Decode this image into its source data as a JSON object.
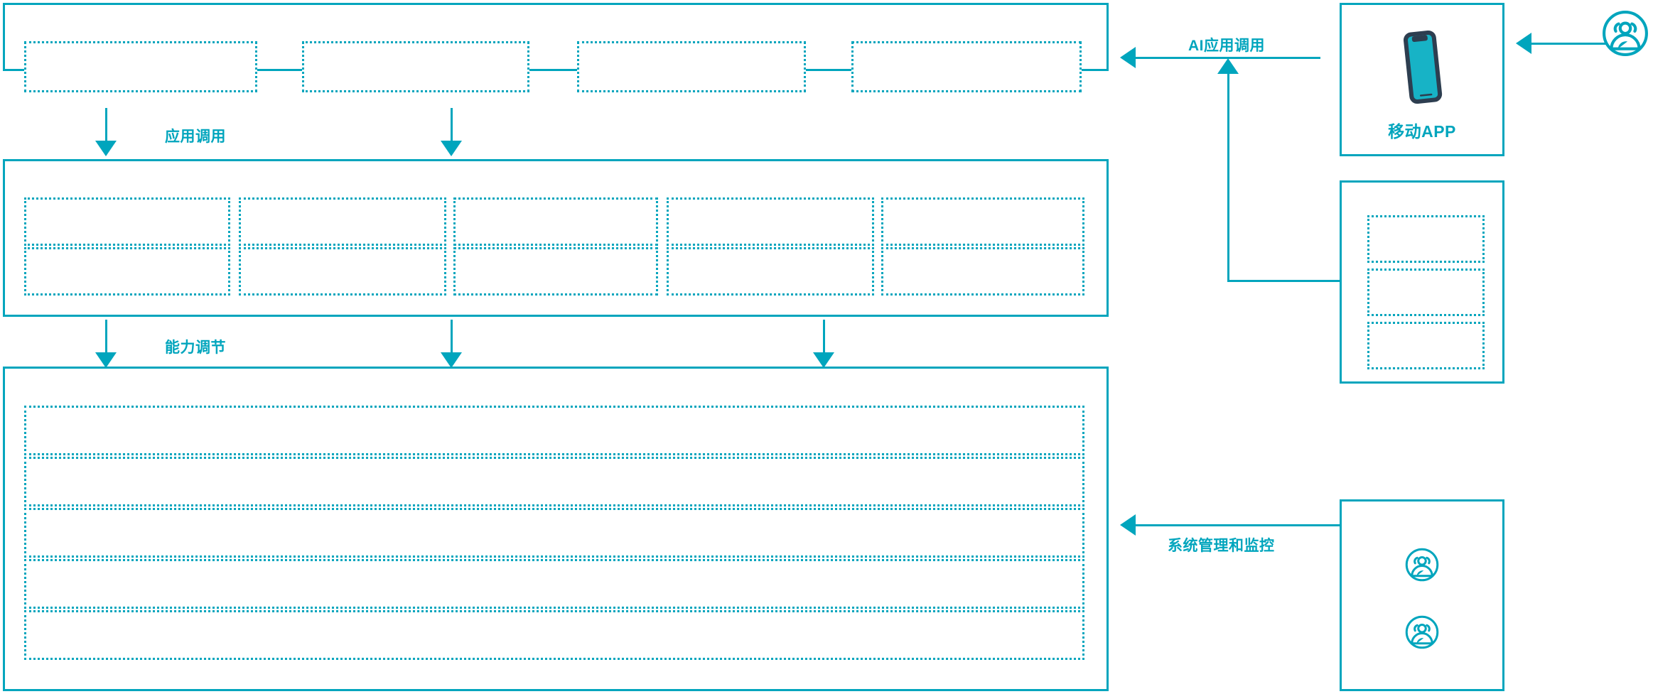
{
  "theme": {
    "accent": "#00a5bd",
    "phone_frame": "#2d3e50",
    "phone_screen": "#17b3c6",
    "background": "#ffffff"
  },
  "diagram": {
    "type": "architecture-layer-diagram",
    "left_stack": {
      "application_layer": {
        "name": "application-layer-panel",
        "slots": [
          {
            "name": "app-slot-1",
            "label": ""
          },
          {
            "name": "app-slot-2",
            "label": ""
          },
          {
            "name": "app-slot-3",
            "label": ""
          },
          {
            "name": "app-slot-4",
            "label": ""
          }
        ]
      },
      "capability_layer": {
        "name": "capability-layer-panel",
        "columns": [
          {
            "top": {
              "label": ""
            },
            "bottom": {
              "label": ""
            }
          },
          {
            "top": {
              "label": ""
            },
            "bottom": {
              "label": ""
            }
          },
          {
            "top": {
              "label": ""
            },
            "bottom": {
              "label": ""
            }
          },
          {
            "top": {
              "label": ""
            },
            "bottom": {
              "label": ""
            }
          },
          {
            "top": {
              "label": ""
            },
            "bottom": {
              "label": ""
            }
          }
        ]
      },
      "infrastructure_layer": {
        "name": "infrastructure-layer-panel",
        "rows": [
          {
            "label": ""
          },
          {
            "label": ""
          },
          {
            "label": ""
          },
          {
            "label": ""
          },
          {
            "label": ""
          }
        ]
      }
    },
    "right_stack": {
      "mobile_app_panel": {
        "name": "mobile-app-panel",
        "label": "移动APP",
        "icon": "smartphone-icon"
      },
      "channel_panel": {
        "name": "channel-panel",
        "slots": [
          {
            "name": "channel-slot-1",
            "label": ""
          },
          {
            "name": "channel-slot-2",
            "label": ""
          },
          {
            "name": "channel-slot-3",
            "label": ""
          }
        ]
      },
      "operations_panel": {
        "name": "operations-panel",
        "icons": [
          {
            "name": "user-group-icon-1",
            "icon": "user-group-icon"
          },
          {
            "name": "user-group-icon-2",
            "icon": "user-group-icon"
          }
        ]
      },
      "external_user": {
        "name": "external-user-icon",
        "icon": "user-group-icon"
      }
    },
    "edges": [
      {
        "name": "edge-app-invoke",
        "label": "应用调用"
      },
      {
        "name": "edge-capability-adjust",
        "label": "能力调节"
      },
      {
        "name": "edge-ai-app-invoke",
        "label": "AI应用调用"
      },
      {
        "name": "edge-system-admin-monitor",
        "label": "系统管理和监控"
      }
    ]
  }
}
